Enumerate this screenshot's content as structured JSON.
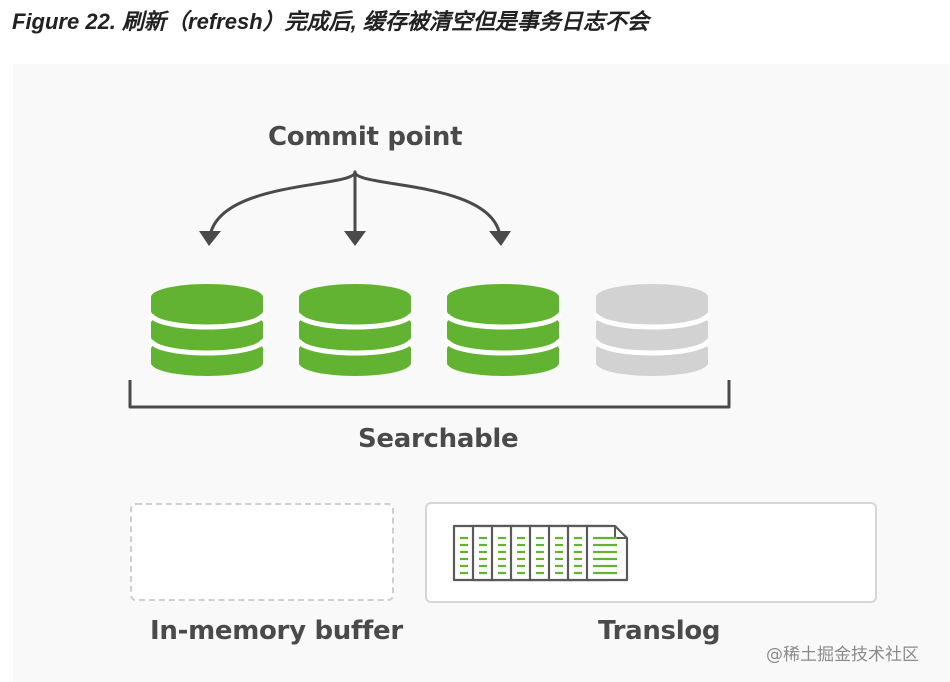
{
  "caption": "Figure 22. 刷新（refresh）完成后, 缓存被清空但是事务日志不会",
  "diagram": {
    "commit_label": "Commit point",
    "searchable_label": "Searchable",
    "buffer_label": "In-memory buffer",
    "translog_label": "Translog",
    "segments": [
      {
        "state": "committed"
      },
      {
        "state": "committed"
      },
      {
        "state": "committed"
      },
      {
        "state": "uncommitted"
      }
    ],
    "translog_page_count": 8
  },
  "colors": {
    "committed_segment": "#62b332",
    "uncommitted_segment": "#d2d2d2",
    "label_text": "#4a4a4a",
    "arrow": "#4a4a4a"
  },
  "watermark": "@稀土掘金技术社区"
}
